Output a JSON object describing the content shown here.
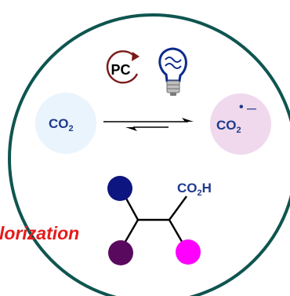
{
  "colors": {
    "cycle_ring": "#0f5550",
    "photocatalyst_stroke": "#7a1a1a",
    "bulb_outline": "#0d2a8a",
    "bulb_base": "#bfbfbf",
    "co2_bubble": "#eaf4fc",
    "co2_radical_bubble": "#f0d9ec",
    "label_blue": "#1e3b8c",
    "arrow": "#000000",
    "substituent_navy": "#0d1580",
    "substituent_purple": "#5a0a5e",
    "substituent_magenta": "#ff00ff",
    "valorization_red": "#e61a1a"
  },
  "photocatalyst": {
    "label": "PC"
  },
  "light_source": {
    "icon": "light-bulb-icon"
  },
  "co2_reagent": {
    "label_main": "CO",
    "label_sub": "2"
  },
  "equilibrium": {
    "icon": "equilibrium-arrows-icon"
  },
  "co2_radical": {
    "label_main": "CO",
    "label_sub": "2",
    "radical_dot": "•",
    "charge": "—"
  },
  "product": {
    "carboxyl_main": "CO",
    "carboxyl_sub": "2",
    "carboxyl_tail": "H"
  },
  "valorization": {
    "text": "lorization"
  }
}
